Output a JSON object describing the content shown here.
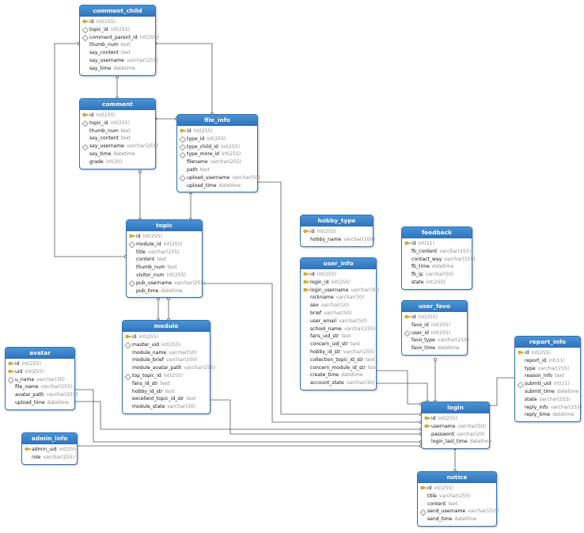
{
  "tables": [
    {
      "id": "comment_child",
      "name": "comment_child",
      "fields": [
        {
          "name": "id",
          "type": "int(255)",
          "mark": "key"
        },
        {
          "name": "topic_id",
          "type": "int(255)",
          "mark": "index"
        },
        {
          "name": "comment_parent_id",
          "type": "int(255)",
          "mark": "index"
        },
        {
          "name": "thumb_num",
          "type": "text",
          "mark": ""
        },
        {
          "name": "say_content",
          "type": "text",
          "mark": ""
        },
        {
          "name": "say_username",
          "type": "varchar(255)",
          "mark": ""
        },
        {
          "name": "say_time",
          "type": "datetime",
          "mark": ""
        }
      ]
    },
    {
      "id": "comment",
      "name": "comment",
      "fields": [
        {
          "name": "id",
          "type": "int(255)",
          "mark": "key"
        },
        {
          "name": "topic_id",
          "type": "int(255)",
          "mark": "index"
        },
        {
          "name": "thumb_num",
          "type": "text",
          "mark": ""
        },
        {
          "name": "say_content",
          "type": "text",
          "mark": ""
        },
        {
          "name": "say_username",
          "type": "varchar(255)",
          "mark": "index"
        },
        {
          "name": "say_time",
          "type": "datetime",
          "mark": ""
        },
        {
          "name": "grade",
          "type": "int(20)",
          "mark": ""
        }
      ]
    },
    {
      "id": "file_info",
      "name": "file_info",
      "fields": [
        {
          "name": "id",
          "type": "int(255)",
          "mark": "key"
        },
        {
          "name": "type_id",
          "type": "int(255)",
          "mark": "index"
        },
        {
          "name": "type_child_id",
          "type": "int(255)",
          "mark": "index"
        },
        {
          "name": "type_more_id",
          "type": "int(255)",
          "mark": "index"
        },
        {
          "name": "filename",
          "type": "varchar(255)",
          "mark": ""
        },
        {
          "name": "path",
          "type": "text",
          "mark": ""
        },
        {
          "name": "upload_username",
          "type": "varchar(50)",
          "mark": "index"
        },
        {
          "name": "upload_time",
          "type": "datetime",
          "mark": ""
        }
      ]
    },
    {
      "id": "topic",
      "name": "topic",
      "fields": [
        {
          "name": "id",
          "type": "int(255)",
          "mark": "key"
        },
        {
          "name": "module_id",
          "type": "int(255)",
          "mark": "index"
        },
        {
          "name": "title",
          "type": "varchar(255)",
          "mark": ""
        },
        {
          "name": "content",
          "type": "text",
          "mark": ""
        },
        {
          "name": "thumb_num",
          "type": "text",
          "mark": ""
        },
        {
          "name": "visitor_num",
          "type": "int(255)",
          "mark": ""
        },
        {
          "name": "pub_username",
          "type": "varchar(255)",
          "mark": "index"
        },
        {
          "name": "pub_time",
          "type": "datetime",
          "mark": ""
        }
      ]
    },
    {
      "id": "module",
      "name": "module",
      "fields": [
        {
          "name": "id",
          "type": "int(255)",
          "mark": "key"
        },
        {
          "name": "master_uid",
          "type": "int(255)",
          "mark": "index"
        },
        {
          "name": "module_name",
          "type": "varchar(50)",
          "mark": ""
        },
        {
          "name": "module_brief",
          "type": "varchar(100)",
          "mark": ""
        },
        {
          "name": "module_avatar_path",
          "type": "varchar(255)",
          "mark": ""
        },
        {
          "name": "top_topic_id",
          "type": "int(255)",
          "mark": "index"
        },
        {
          "name": "fans_id_str",
          "type": "text",
          "mark": ""
        },
        {
          "name": "hobby_id_str",
          "type": "text",
          "mark": ""
        },
        {
          "name": "excellent_topic_id_str",
          "type": "text",
          "mark": ""
        },
        {
          "name": "module_state",
          "type": "varchar(30)",
          "mark": ""
        }
      ]
    },
    {
      "id": "avatar",
      "name": "avatar",
      "fields": [
        {
          "name": "id",
          "type": "int(255)",
          "mark": "key"
        },
        {
          "name": "uid",
          "type": "int(255)",
          "mark": "key"
        },
        {
          "name": "u_name",
          "type": "varchar(30)",
          "mark": "index"
        },
        {
          "name": "file_name",
          "type": "varchar(255)",
          "mark": ""
        },
        {
          "name": "avatar_path",
          "type": "varchar(255)",
          "mark": ""
        },
        {
          "name": "upload_time",
          "type": "datetime",
          "mark": ""
        }
      ]
    },
    {
      "id": "admin_info",
      "name": "admin_info",
      "fields": [
        {
          "name": "admin_uid",
          "type": "int(255)",
          "mark": "key"
        },
        {
          "name": "role",
          "type": "varchar(255)",
          "mark": ""
        }
      ]
    },
    {
      "id": "hobby_type",
      "name": "hobby_type",
      "fields": [
        {
          "name": "id",
          "type": "int(255)",
          "mark": "key"
        },
        {
          "name": "hobby_name",
          "type": "varchar(100)",
          "mark": ""
        }
      ]
    },
    {
      "id": "user_info",
      "name": "user_info",
      "fields": [
        {
          "name": "id",
          "type": "int(255)",
          "mark": "key"
        },
        {
          "name": "login_id",
          "type": "int(255)",
          "mark": "key"
        },
        {
          "name": "login_username",
          "type": "varchar(30)",
          "mark": "key"
        },
        {
          "name": "nickname",
          "type": "varchar(30)",
          "mark": ""
        },
        {
          "name": "sex",
          "type": "varchar(10)",
          "mark": ""
        },
        {
          "name": "brief",
          "type": "varchar(50)",
          "mark": ""
        },
        {
          "name": "user_email",
          "type": "varchar(50)",
          "mark": ""
        },
        {
          "name": "school_name",
          "type": "varchar(255)",
          "mark": ""
        },
        {
          "name": "fans_uid_str",
          "type": "text",
          "mark": ""
        },
        {
          "name": "concern_uid_str",
          "type": "text",
          "mark": ""
        },
        {
          "name": "hobby_id_str",
          "type": "varchar(255)",
          "mark": ""
        },
        {
          "name": "collection_topic_id_str",
          "type": "text",
          "mark": ""
        },
        {
          "name": "concern_module_id_str",
          "type": "text",
          "mark": ""
        },
        {
          "name": "create_time",
          "type": "datetime",
          "mark": ""
        },
        {
          "name": "account_state",
          "type": "varchar(30)",
          "mark": ""
        }
      ]
    },
    {
      "id": "feedback",
      "name": "feedback",
      "fields": [
        {
          "name": "id",
          "type": "int(11)",
          "mark": "key"
        },
        {
          "name": "fb_content",
          "type": "varchar(255)",
          "mark": ""
        },
        {
          "name": "contact_way",
          "type": "varchar(255)",
          "mark": ""
        },
        {
          "name": "fb_time",
          "type": "datetime",
          "mark": ""
        },
        {
          "name": "fb_ip",
          "type": "varchar(50)",
          "mark": ""
        },
        {
          "name": "state",
          "type": "int(255)",
          "mark": ""
        }
      ]
    },
    {
      "id": "user_favo",
      "name": "user_favo",
      "fields": [
        {
          "name": "id",
          "type": "int(255)",
          "mark": "key"
        },
        {
          "name": "favo_id",
          "type": "int(255)",
          "mark": ""
        },
        {
          "name": "user_id",
          "type": "int(255)",
          "mark": "index"
        },
        {
          "name": "favo_type",
          "type": "varchar(255)",
          "mark": ""
        },
        {
          "name": "favo_time",
          "type": "datetime",
          "mark": ""
        }
      ]
    },
    {
      "id": "report_info",
      "name": "report_info",
      "fields": [
        {
          "name": "id",
          "type": "int(255)",
          "mark": "key"
        },
        {
          "name": "report_id",
          "type": "int(11)",
          "mark": ""
        },
        {
          "name": "type",
          "type": "varchar(255)",
          "mark": ""
        },
        {
          "name": "reason_info",
          "type": "text",
          "mark": ""
        },
        {
          "name": "submit_uid",
          "type": "int(11)",
          "mark": "index"
        },
        {
          "name": "submit_time",
          "type": "datetime",
          "mark": ""
        },
        {
          "name": "state",
          "type": "varchar(255)",
          "mark": ""
        },
        {
          "name": "reply_info",
          "type": "varchar(255)",
          "mark": ""
        },
        {
          "name": "reply_time",
          "type": "datetime",
          "mark": ""
        }
      ]
    },
    {
      "id": "login",
      "name": "login",
      "fields": [
        {
          "name": "id",
          "type": "int(255)",
          "mark": "key"
        },
        {
          "name": "username",
          "type": "varchar(50)",
          "mark": "key"
        },
        {
          "name": "password",
          "type": "varchar(20)",
          "mark": ""
        },
        {
          "name": "login_last_time",
          "type": "datetime",
          "mark": ""
        }
      ]
    },
    {
      "id": "notice",
      "name": "notice",
      "fields": [
        {
          "name": "id",
          "type": "int(255)",
          "mark": "key"
        },
        {
          "name": "title",
          "type": "varchar(255)",
          "mark": ""
        },
        {
          "name": "content",
          "type": "text",
          "mark": ""
        },
        {
          "name": "send_username",
          "type": "varchar(255)",
          "mark": "index"
        },
        {
          "name": "send_time",
          "type": "datetime",
          "mark": ""
        }
      ]
    }
  ],
  "colors": {
    "header": "#3a84c9",
    "border": "#2f70b5",
    "line": "#555555",
    "key": "#d3a21a"
  },
  "icons": {
    "key": "key-icon",
    "index": "index-diamond-icon"
  }
}
